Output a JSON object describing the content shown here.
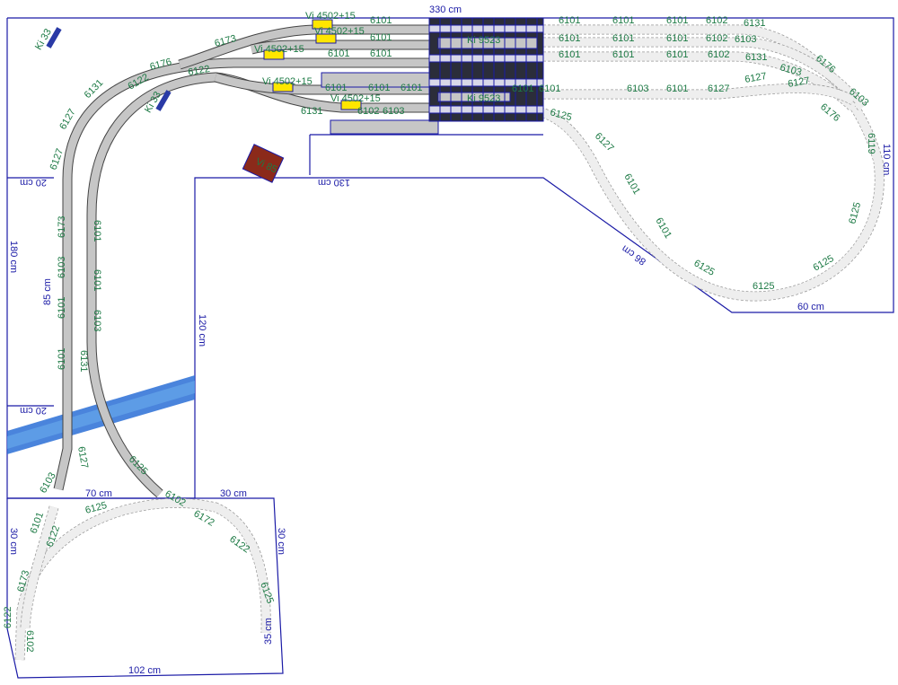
{
  "plan": {
    "dimensions": {
      "top": "330 cm",
      "inner_top": "130 cm",
      "inner_vertical": "120 cm",
      "diagonal": "86 cm",
      "right_bottom": "60 cm",
      "right": "110 cm",
      "left_upper_tick": "20 cm",
      "left_lower_tick": "20 cm",
      "left": "180 cm",
      "left_inner": "85 cm",
      "bottom_top_left": "70 cm",
      "bottom_top_right": "30 cm",
      "bottom_left": "30 cm",
      "bottom_right_upper": "30 cm",
      "bottom_right_lower": "35 cm",
      "bottom": "102 cm"
    },
    "accessories": {
      "signal_1": "Vi 4502+15",
      "signal_2": "Vi 4502+15",
      "signal_3": "Vi 4502+15",
      "signal_4": "Vi 4502+15",
      "signal_5": "Vi 4502+15",
      "station_1": "Ki 9523",
      "station_2": "Ki 9523",
      "crane_1": "Ki 33",
      "crane_2": "Ki 33",
      "house": "Vi 85"
    },
    "track_labels": [
      "6101",
      "6101",
      "6101",
      "6101",
      "6101",
      "6101",
      "6101",
      "6101",
      "6101",
      "6102",
      "6131",
      "6101",
      "6101",
      "6101",
      "6102",
      "6103",
      "6101",
      "6101",
      "6101",
      "6102",
      "6131",
      "6103",
      "6127",
      "6176",
      "6103",
      "6176",
      "6101",
      "6103",
      "6101",
      "6127",
      "6127",
      "6127",
      "6101",
      "6101",
      "6125",
      "6125",
      "6125",
      "6125",
      "6119",
      "6131",
      "6127",
      "6127",
      "6173",
      "6103",
      "6101",
      "6101",
      "6101",
      "6101",
      "6103",
      "6131",
      "6127",
      "6103",
      "6125",
      "6102",
      "6173",
      "6176",
      "6122",
      "6122",
      "6131",
      "6102",
      "6103",
      "6125",
      "6101",
      "6101",
      "6101",
      "6122",
      "6173",
      "6122",
      "6102",
      "6125",
      "6172",
      "6122",
      "6125"
    ],
    "colors": {
      "walls": "#1a1aa6",
      "labels": "#1d7a45",
      "track": "#c6c6c6",
      "planned_track": "#eeeeee",
      "water": "#2a6fd6",
      "station": "#2b2d3a"
    }
  }
}
